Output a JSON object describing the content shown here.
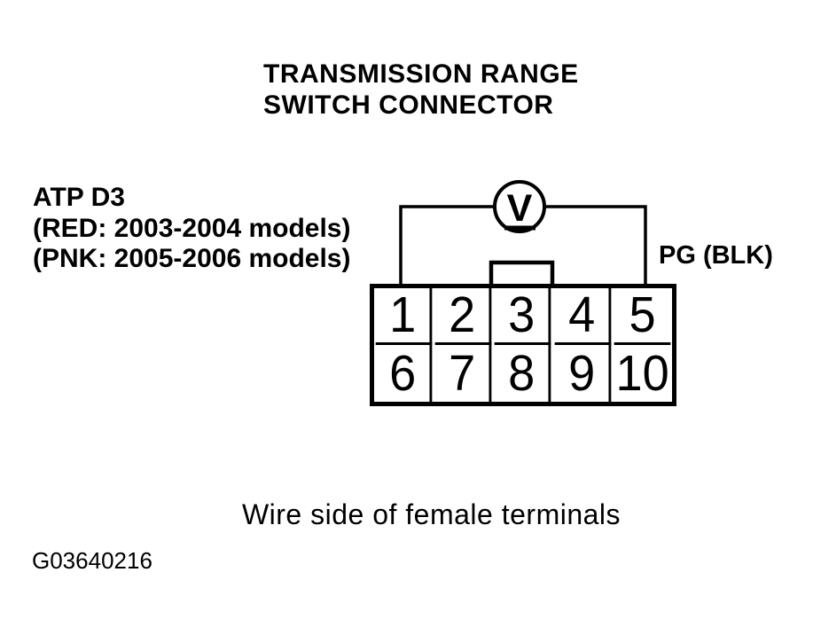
{
  "title": {
    "line1": "TRANSMISSION RANGE",
    "line2": "SWITCH CONNECTOR"
  },
  "labels": {
    "atp": {
      "line1": "ATP D3",
      "line2": "(RED: 2003-2004 models)",
      "line3": "(PNK: 2005-2006 models)"
    },
    "pg": "PG (BLK)",
    "meter_symbol": "V",
    "caption": "Wire side of female terminals",
    "figure_id": "G03640216"
  },
  "connector": {
    "rows": [
      [
        "1",
        "2",
        "3",
        "4",
        "5"
      ],
      [
        "6",
        "7",
        "8",
        "9",
        "10"
      ]
    ]
  },
  "colors": {
    "ink": "#000000",
    "background": "#ffffff"
  }
}
